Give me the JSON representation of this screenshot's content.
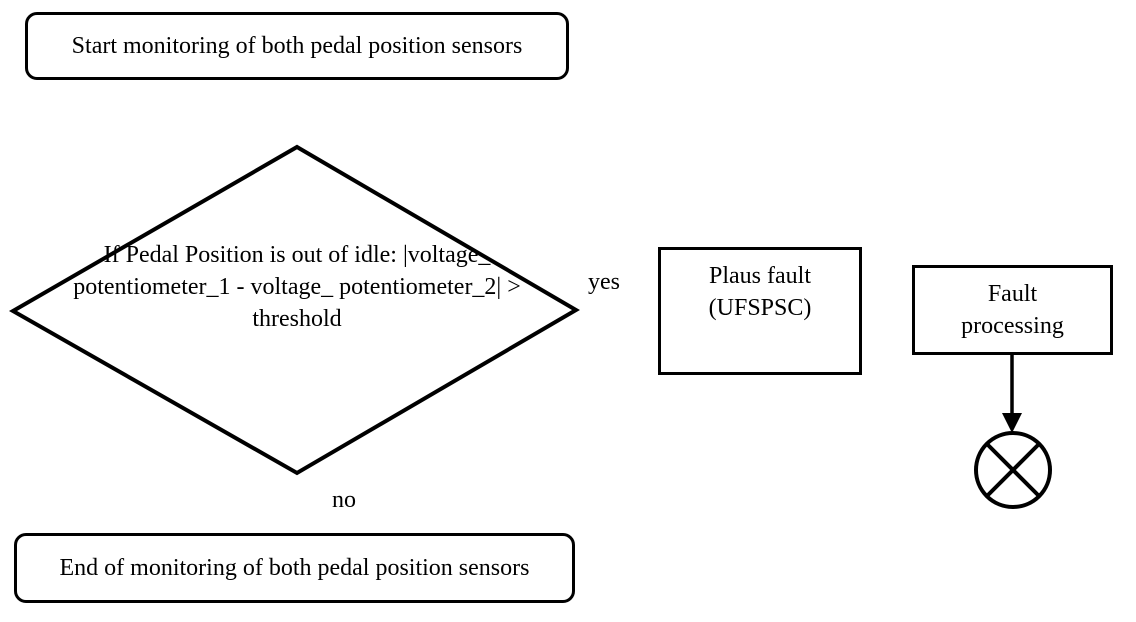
{
  "flowchart": {
    "start": {
      "label": "Start monitoring of both pedal position sensors"
    },
    "decision": {
      "lines": [
        "If Pedal Position is out of",
        "idle: |voltage_",
        "potentiometer_1 - voltage_",
        "potentiometer_2| > threshold"
      ]
    },
    "branches": {
      "yes_label": "yes",
      "no_label": "no"
    },
    "plaus_fault": {
      "lines": [
        "Plaus fault",
        "(UFSPSC)"
      ]
    },
    "fault_processing": {
      "lines": [
        "Fault",
        "processing"
      ]
    },
    "end": {
      "label": "End of monitoring of both pedal position sensors"
    },
    "colors": {
      "stroke": "#000000",
      "background": "#ffffff"
    }
  }
}
